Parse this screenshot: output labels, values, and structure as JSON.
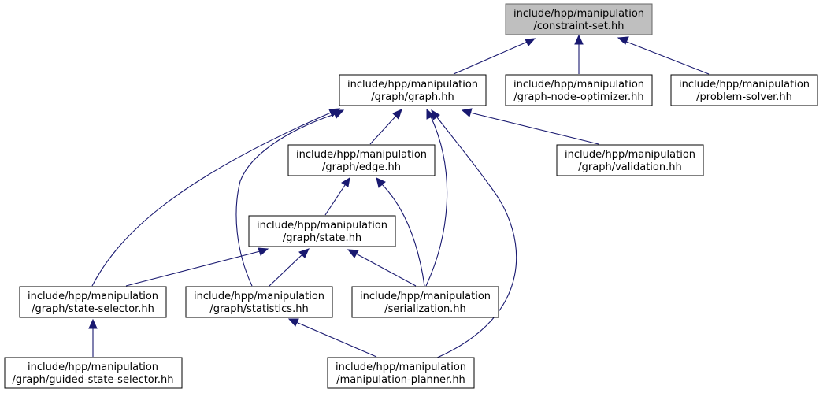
{
  "colors": {
    "edge": "#191970",
    "highlight_fill": "#bfbfbf",
    "highlight_stroke": "#666666"
  },
  "nodes": {
    "constraint_set": {
      "line1": "include/hpp/manipulation",
      "line2": "/constraint-set.hh"
    },
    "graph": {
      "line1": "include/hpp/manipulation",
      "line2": "/graph/graph.hh"
    },
    "graph_node_optimizer": {
      "line1": "include/hpp/manipulation",
      "line2": "/graph-node-optimizer.hh"
    },
    "problem_solver": {
      "line1": "include/hpp/manipulation",
      "line2": "/problem-solver.hh"
    },
    "edge": {
      "line1": "include/hpp/manipulation",
      "line2": "/graph/edge.hh"
    },
    "validation": {
      "line1": "include/hpp/manipulation",
      "line2": "/graph/validation.hh"
    },
    "state": {
      "line1": "include/hpp/manipulation",
      "line2": "/graph/state.hh"
    },
    "state_selector": {
      "line1": "include/hpp/manipulation",
      "line2": "/graph/state-selector.hh"
    },
    "statistics": {
      "line1": "include/hpp/manipulation",
      "line2": "/graph/statistics.hh"
    },
    "serialization": {
      "line1": "include/hpp/manipulation",
      "line2": "/serialization.hh"
    },
    "guided_state_selector": {
      "line1": "include/hpp/manipulation",
      "line2": "/graph/guided-state-selector.hh"
    },
    "manipulation_planner": {
      "line1": "include/hpp/manipulation",
      "line2": "/manipulation-planner.hh"
    }
  }
}
